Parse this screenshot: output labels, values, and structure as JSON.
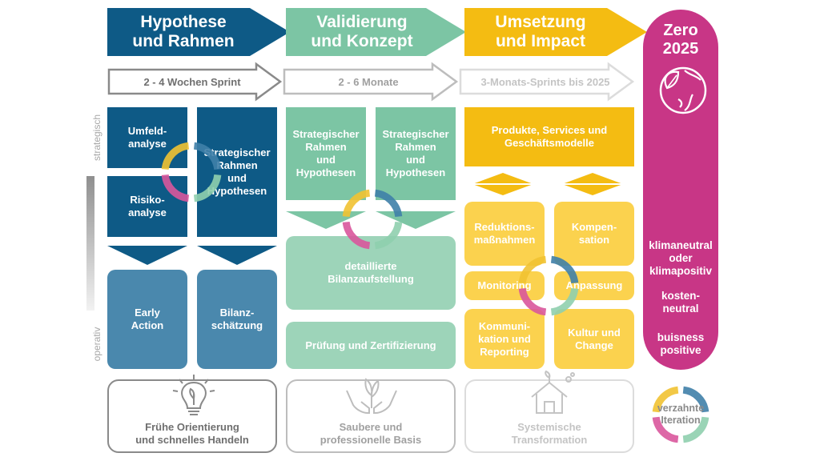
{
  "phases": [
    {
      "title": "Hypothese\nund Rahmen",
      "color": "#0e5a86",
      "duration": "2 - 4 Wochen Sprint",
      "duration_color": "#8a8a8a",
      "duration_text_color": "#6f6f6f"
    },
    {
      "title": "Validierung\nund Konzept",
      "color": "#7cc5a4",
      "duration": "2 - 6 Monate",
      "duration_color": "#bdbdbd",
      "duration_text_color": "#a0a0a0"
    },
    {
      "title": "Umsetzung\nund Impact",
      "color": "#f4bc12",
      "duration": "3-Monats-Sprints bis 2025",
      "duration_color": "#dcdcdc",
      "duration_text_color": "#c4c4c4"
    }
  ],
  "goal": {
    "title": "Zero\n2025",
    "color": "#c83686",
    "icon": "globe-leaf-icon",
    "outcomes": [
      "klimaneutral\noder\nklimapositiv",
      "kosten-\nneutral",
      "buisness\npositive"
    ]
  },
  "axis": {
    "strategic": "strategisch",
    "operative": "operativ"
  },
  "column1": {
    "umfeld": "Umfeld-\nanalyse",
    "risiko": "Risiko-\nanalyse",
    "rahmen": "Strategischer\nRahmen\nund\nHypothesen",
    "early_action": "Early\nAction",
    "bilanz": "Bilanz-\nschätzung"
  },
  "column2": {
    "rahmen_left": "Strategischer\nRahmen\nund\nHypothesen",
    "rahmen_right": "Strategischer\nRahmen\nund\nHypothesen",
    "bilanzaufstellung": "detaillierte\nBilanzaufstellung",
    "pruefung": "Prüfung und Zertifizierung"
  },
  "column3": {
    "produkte": "Produkte, Services und\nGeschäftsmodelle",
    "reduktion": "Reduktions-\nmaßnahmen",
    "kompensation": "Kompen-\nsation",
    "monitoring": "Monitoring",
    "anpassung": "Anpassung",
    "kommunikation": "Kommuni-\nkation und\nReporting",
    "kultur": "Kultur und\nChange"
  },
  "bottom": [
    {
      "label": "Frühe Orientierung\nund schnelles Handeln",
      "icon": "lightbulb-leaf-icon",
      "color": "#8a8a8a",
      "text_color": "#6f6f6f"
    },
    {
      "label": "Saubere und\nprofessionelle Basis",
      "icon": "hands-plant-icon",
      "color": "#bdbdbd",
      "text_color": "#a0a0a0"
    },
    {
      "label": "Systemische\nTransformation",
      "icon": "house-plant-icon",
      "color": "#dcdcdc",
      "text_color": "#c4c4c4"
    }
  ],
  "iteration": {
    "label": "verzahnte\nIteration",
    "icon": "iteration-cycle-icon"
  },
  "cycle_colors": [
    "#3f7fa8",
    "#8fcfae",
    "#d9579c",
    "#f1c232"
  ]
}
